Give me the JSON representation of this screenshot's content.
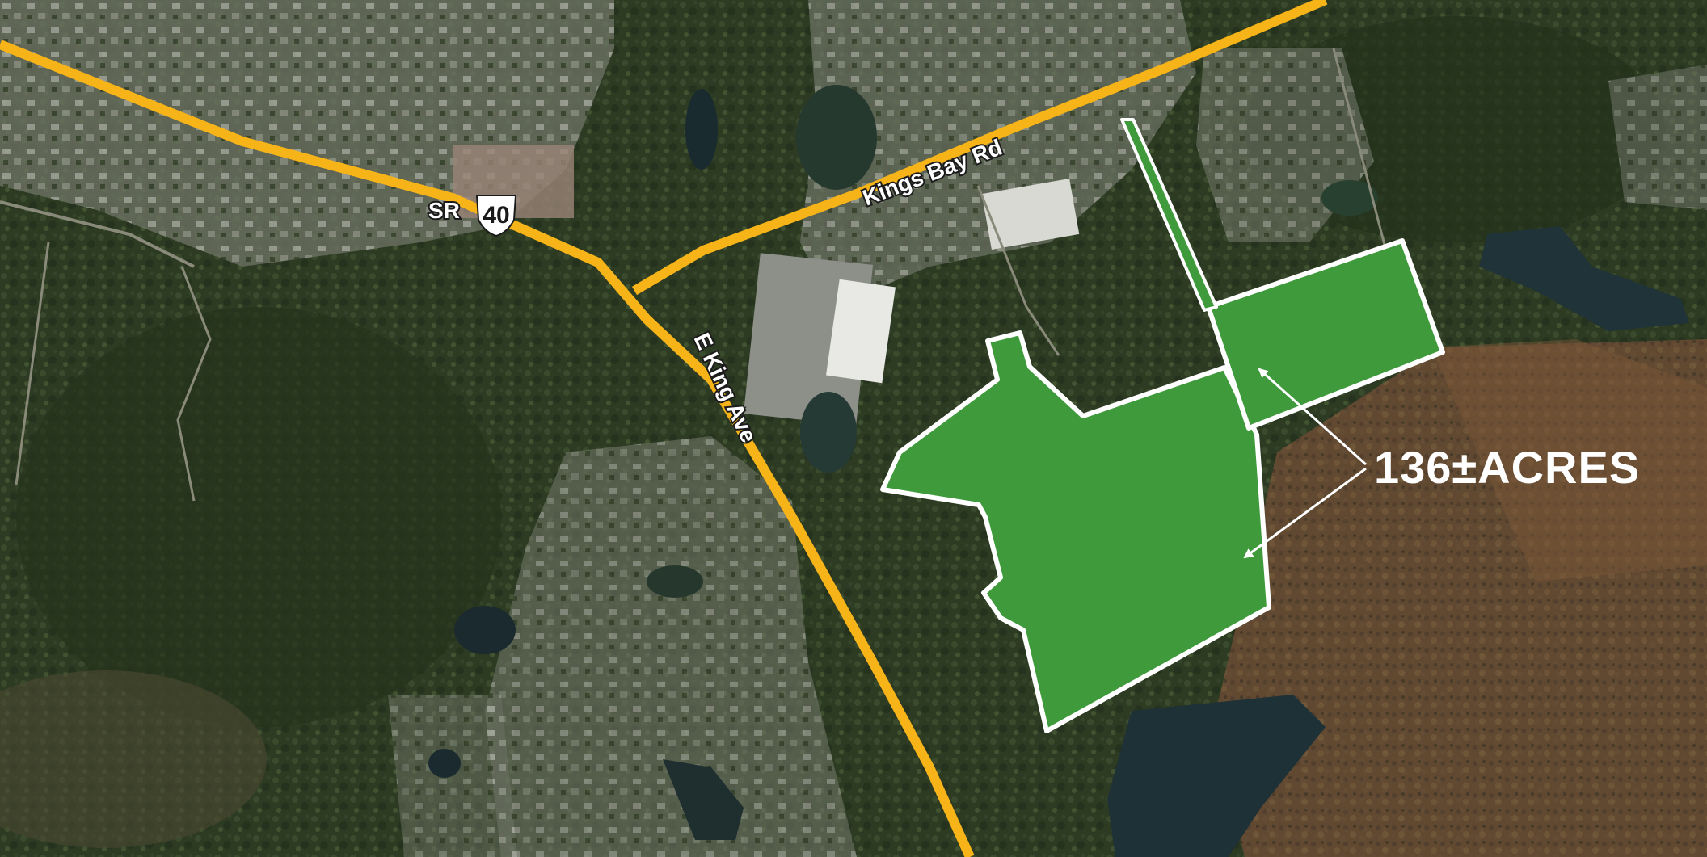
{
  "map": {
    "type": "aerial-site-map",
    "roads": {
      "sr40": {
        "label": "SR",
        "shield_number": "40"
      },
      "kings_bay_rd": {
        "label": "Kings Bay Rd"
      },
      "e_king_ave": {
        "label": "E King Ave"
      }
    },
    "parcel": {
      "label": "136±ACRES",
      "fill_color": "#3f9a3c",
      "outline_color": "#ffffff"
    },
    "colors": {
      "road": "#f7b418",
      "forest": "#2c3a22",
      "cleared_land": "#6e4f35",
      "water": "#1f3338",
      "development": "#8c8c84"
    }
  }
}
